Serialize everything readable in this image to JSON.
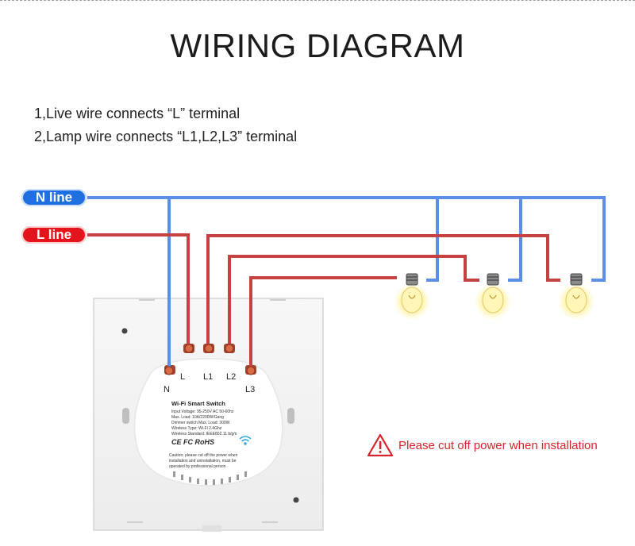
{
  "header": {
    "title": "WIRING DIAGRAM"
  },
  "instructions": [
    "1,Live wire connects “L” terminal",
    "2,Lamp wire connects “L1,L2,L3” terminal"
  ],
  "lines": {
    "n_label": "N line",
    "l_label": "L line"
  },
  "colors": {
    "neutral": "#5b8fe6",
    "live": "#c84141",
    "warning": "#d8232a"
  },
  "terminals": {
    "n": "N",
    "l": "L",
    "l1": "L1",
    "l2": "L2",
    "l3": "L3"
  },
  "module": {
    "title": "Wi-Fi Smart Switch",
    "specs": [
      "Input Voltage: 95-250V AC 50-60hz",
      "Max. Load: 10A/2200W/Gang",
      "Dimmer switch Max. Load: 300W",
      "Wireless Type: Wi-Fi 2.4Ghz",
      "Wireless Standard: IEEE802.11 b/g/n"
    ],
    "cert": "CE FC RoHS",
    "caution": [
      "Caution: please cut off the power when",
      "installation and uninstallation, must be",
      "operated by professional person"
    ]
  },
  "warning": {
    "text": "Please cut off power when installation",
    "icon": "warning-triangle-icon"
  }
}
